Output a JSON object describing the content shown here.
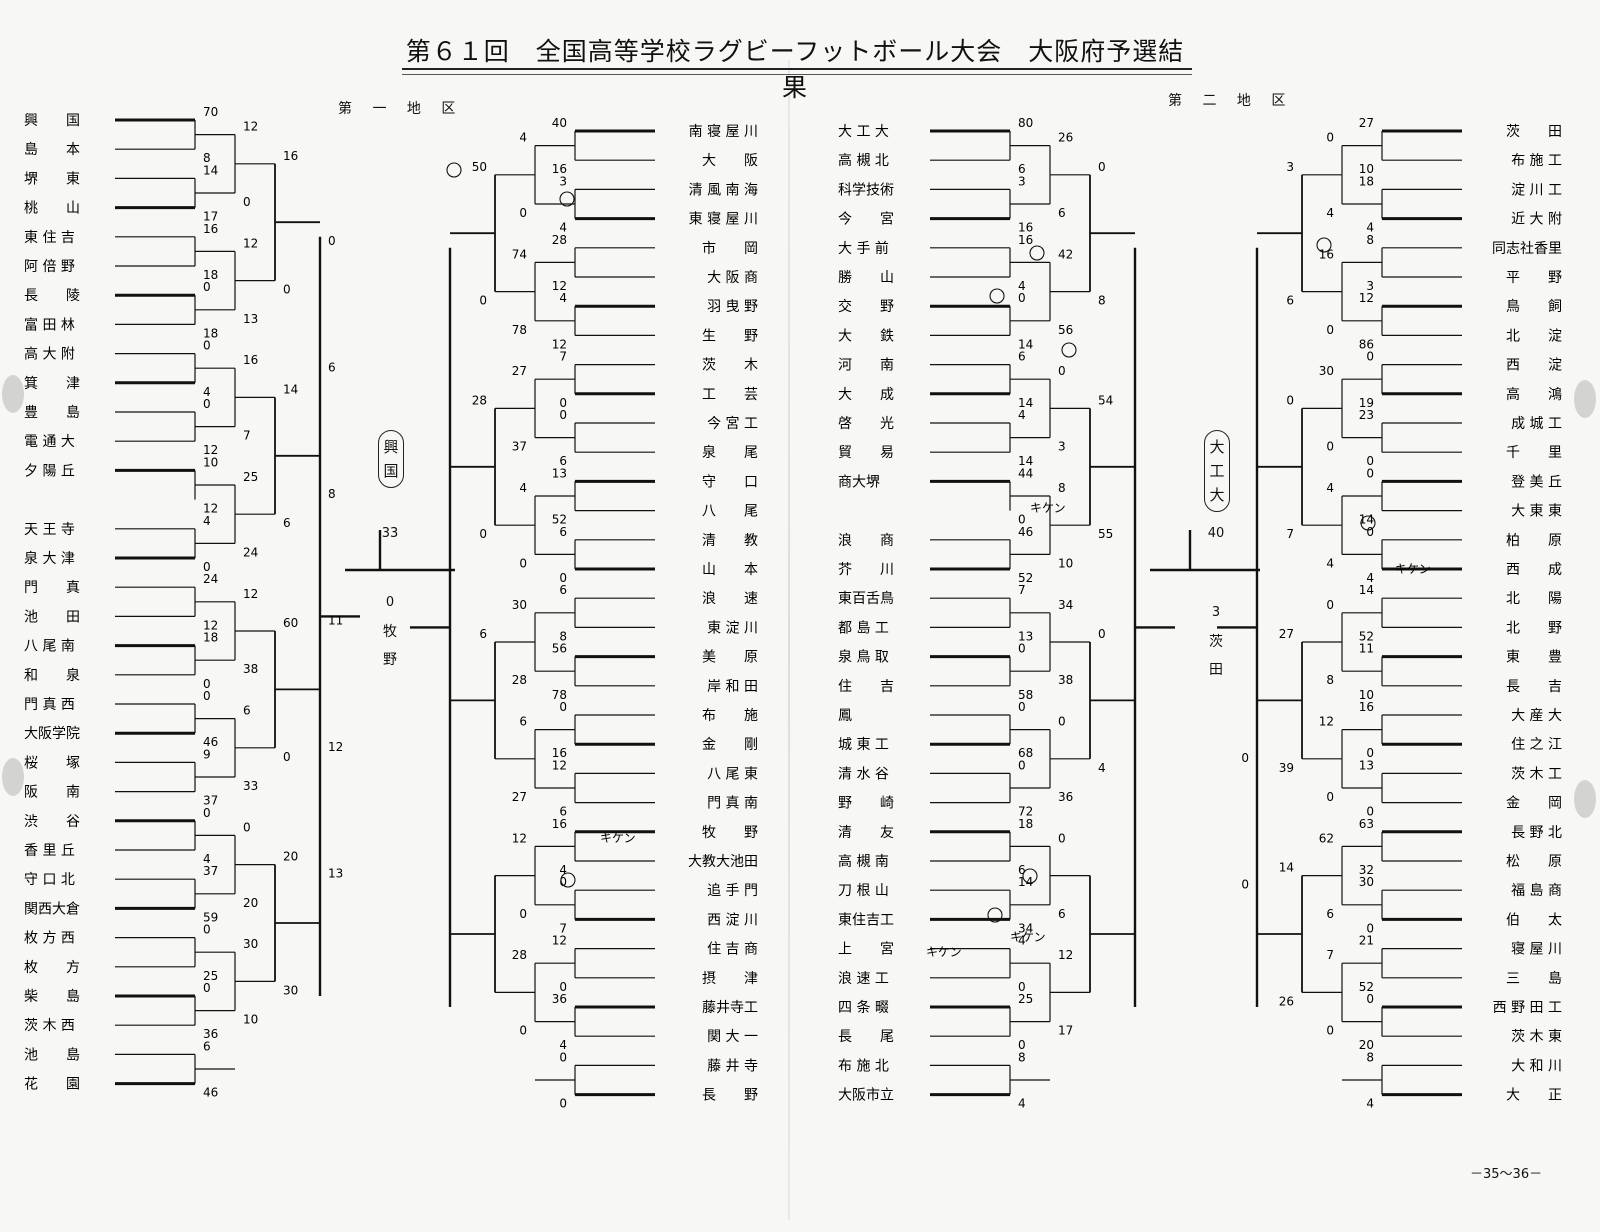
{
  "title": "第６１回　全国高等学校ラグビーフットボール大会　大阪府予選結果",
  "districts": {
    "first": "第 一 地 区",
    "second": "第 二 地 区"
  },
  "winners": {
    "first": {
      "name": "興国",
      "score_top": "33",
      "score_bottom": "0",
      "runner_up": "牧野"
    },
    "second": {
      "name": "大工大",
      "score_top": "40",
      "score_bottom": "3",
      "runner_up": "茨田"
    }
  },
  "forfeit_label": "キケン",
  "page_number": "－35～36－",
  "columns": [
    {
      "align": "left",
      "teams": [
        "興　　国",
        "島　　本",
        "堺　　東",
        "桃　　山",
        "東 住 吉",
        "阿 倍 野",
        "長　　陵",
        "富 田 林",
        "高 大 附",
        "箕　　津",
        "豊　　島",
        "電 通 大",
        "夕 陽 丘",
        "",
        "天 王 寺",
        "泉 大 津",
        "門　　真",
        "池　　田",
        "八 尾 南",
        "和　　泉",
        "門 真 西",
        "大阪学院",
        "桜　　塚",
        "阪　　南",
        "渋　　谷",
        "香 里 丘",
        "守 口 北",
        "関西大倉",
        "枚 方 西",
        "枚　　方",
        "柴　　島",
        "茨 木 西",
        "池　　島",
        "花　　園"
      ],
      "scores": [
        "70",
        "8",
        "14",
        "17",
        "16",
        "18",
        "0",
        "18",
        "0",
        "4",
        "0",
        "12",
        "10",
        "12",
        "4",
        "0",
        "24",
        "12",
        "18",
        "0",
        "0",
        "46",
        "9",
        "37",
        "0",
        "4",
        "37",
        "59",
        "0",
        "25",
        "0",
        "36",
        "6",
        "46",
        "12",
        "0",
        "12",
        "13",
        "16",
        "7",
        "25",
        "24",
        "12",
        "38",
        "6",
        "33",
        "0",
        "20",
        "30",
        "10",
        "16",
        "0",
        "14",
        "6",
        "60",
        "0",
        "20",
        "30",
        "12",
        "13",
        "0",
        "6",
        "8",
        "11"
      ]
    },
    {
      "align": "right",
      "teams": [
        "南 寝 屋 川",
        "大　　阪",
        "清 風 南 海",
        "東 寝 屋 川",
        "市　　岡",
        "大 阪 商",
        "羽 曳 野",
        "生　　野",
        "茨　　木",
        "工　　芸",
        "今 宮 工",
        "泉　　尾",
        "守　　口",
        "八　　尾",
        "清　　教",
        "山　　本",
        "浪　　速",
        "東 淀 川",
        "美　　原",
        "岸 和 田",
        "布　　施",
        "金　　剛",
        "八 尾 東",
        "門 真 南",
        "牧　　野",
        "大教大池田",
        "追 手 門",
        "西 淀 川",
        "住 吉 商",
        "摂　　津",
        "藤井寺工",
        "関 大 一",
        "藤 井 寺",
        "長　　野"
      ],
      "scores": [
        "40",
        "16",
        "3",
        "4",
        "28",
        "12",
        "4",
        "12",
        "7",
        "0",
        "0",
        "6",
        "13",
        "52",
        "6",
        "0",
        "6",
        "8",
        "56",
        "78",
        "0",
        "16",
        "12",
        "6",
        "16",
        "4",
        "0",
        "7",
        "12",
        "0",
        "36",
        "4",
        "0",
        "0",
        "4",
        "0",
        "74",
        "78",
        "27",
        "37",
        "4",
        "0",
        "30",
        "28",
        "6",
        "27",
        "12",
        "0",
        "28",
        "0",
        "50",
        "0",
        "28",
        "0",
        "6"
      ]
    },
    {
      "align": "left",
      "teams": [
        "大 工 大",
        "高 槻 北",
        "科学技術",
        "今　　宮",
        "大 手 前",
        "勝　　山",
        "交　　野",
        "大　　鉄",
        "河　　南",
        "大　　成",
        "啓　　光",
        "貿　　易",
        "商大堺",
        "",
        "浪　　商",
        "芥　　川",
        "東百舌鳥",
        "都 島 工",
        "泉 鳥 取",
        "住　　吉",
        "鳳",
        "城 東 工",
        "清 水 谷",
        "野　　崎",
        "清　　友",
        "高 槻 南",
        "刀 根 山",
        "東住吉工",
        "上　　宮",
        "浪 速 工",
        "四 条 畷",
        "長　　尾",
        "布 施 北",
        "大阪市立"
      ],
      "scores": [
        "80",
        "6",
        "3",
        "16",
        "16",
        "4",
        "0",
        "14",
        "6",
        "14",
        "4",
        "14",
        "44",
        "0",
        "46",
        "52",
        "7",
        "13",
        "0",
        "58",
        "0",
        "68",
        "0",
        "72",
        "18",
        "6",
        "14",
        "34",
        "4",
        "0",
        "25",
        "0",
        "8",
        "4",
        "26",
        "6",
        "42",
        "56",
        "0",
        "3",
        "8",
        "10",
        "34",
        "38",
        "0",
        "36",
        "0",
        "6",
        "12",
        "17",
        "0",
        "8",
        "54",
        "55",
        "0",
        "4"
      ]
    },
    {
      "align": "right",
      "teams": [
        "茨　　田",
        "布 施 工",
        "淀 川 工",
        "近 大 附",
        "同志社香里",
        "平　　野",
        "鳥　　飼",
        "北　　淀",
        "西　　淀",
        "高　　鴻",
        "成 城 工",
        "千　　里",
        "登 美 丘",
        "大 東 東",
        "柏　　原",
        "西　　成",
        "北　　陽",
        "北　　野",
        "東　　豊",
        "長　　吉",
        "大 産 大",
        "住 之 江",
        "茨 木 工",
        "金　　岡",
        "長 野 北",
        "松　　原",
        "福 島 商",
        "伯　　太",
        "寝 屋 川",
        "三　　島",
        "西 野 田 工",
        "茨 木 東",
        "大 和 川",
        "大　　正"
      ],
      "scores": [
        "27",
        "10",
        "18",
        "4",
        "8",
        "3",
        "12",
        "86",
        "0",
        "19",
        "23",
        "0",
        "0",
        "14",
        "0",
        "4",
        "14",
        "52",
        "11",
        "10",
        "16",
        "0",
        "13",
        "0",
        "63",
        "32",
        "30",
        "0",
        "21",
        "52",
        "0",
        "20",
        "8",
        "4",
        "0",
        "4",
        "16",
        "0",
        "30",
        "0",
        "4",
        "4",
        "0",
        "8",
        "12",
        "0",
        "62",
        "6",
        "7",
        "0",
        "3",
        "6",
        "0",
        "7",
        "27",
        "39",
        "14",
        "26",
        "0",
        "0"
      ]
    }
  ]
}
